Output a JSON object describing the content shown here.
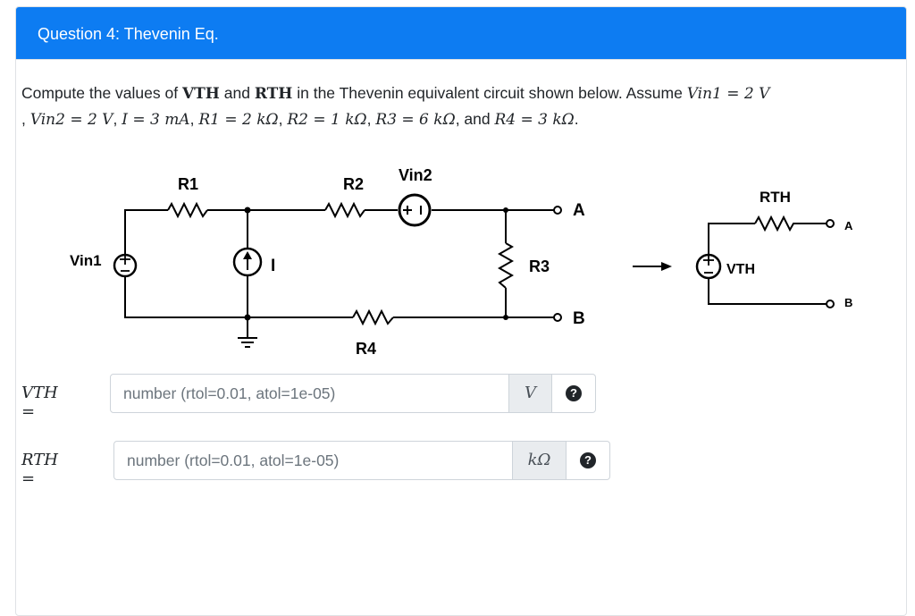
{
  "header": {
    "title": "Question 4: Thevenin Eq."
  },
  "question": {
    "t1": "Compute the values of ",
    "vth": "VTH",
    "t2": " and ",
    "rth": "RTH",
    "t3": " in the Thevenin equivalent circuit shown below. Assume ",
    "vin1_eq": "Vin1 = 2 V",
    "sep1": ", ",
    "vin2_eq": "Vin2 = 2 V",
    "sep2": ", ",
    "i_eq": "I = 3 mA",
    "sep3": ", ",
    "r1_eq": "R1 = 2 kΩ",
    "sep4": ", ",
    "r2_eq": "R2 = 1 kΩ",
    "sep5": ", ",
    "r3_eq": "R3 = 6 kΩ",
    "t4": ", and ",
    "r4_eq": "R4 = 3 kΩ",
    "t5": "."
  },
  "circuit": {
    "r1": "R1",
    "r2": "R2",
    "r3": "R3",
    "r4": "R4",
    "vin1": "Vin1",
    "vin2": "Vin2",
    "i": "I",
    "node_a": "A",
    "node_b": "B",
    "rth": "RTH",
    "vth": "VTH",
    "node_a_eq": "A",
    "node_b_eq": "B"
  },
  "answers": [
    {
      "label": "VTH =",
      "placeholder": "number (rtol=0.01, atol=1e-05)",
      "unit": "V",
      "help": "?"
    },
    {
      "label": "RTH =",
      "placeholder": "number (rtol=0.01, atol=1e-05)",
      "unit": "kΩ",
      "help": "?"
    }
  ]
}
